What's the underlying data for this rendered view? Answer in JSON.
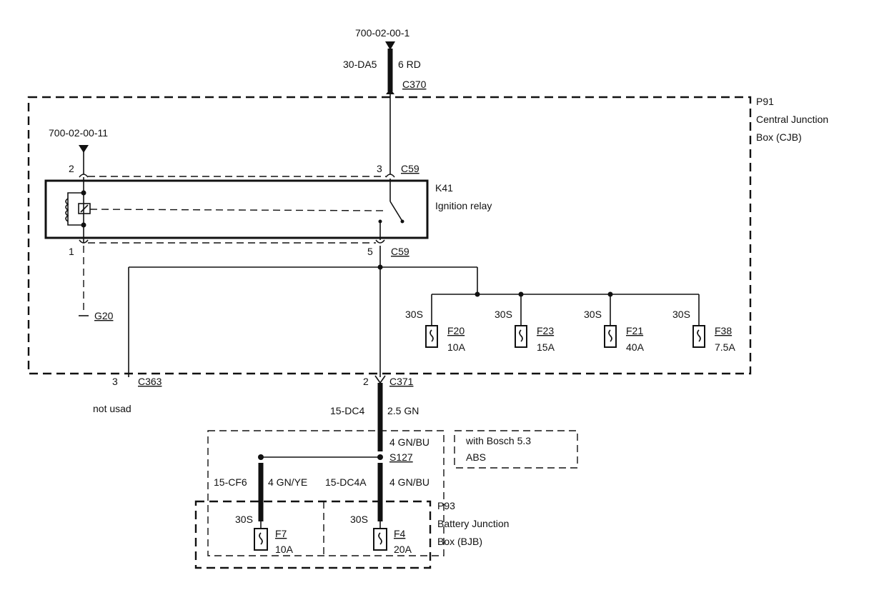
{
  "top_ref": "700-02-00-1",
  "cjb": {
    "id": "P91",
    "name_line1": "Central Junction",
    "name_line2": "Box (CJB)"
  },
  "feed_wire": {
    "circuit": "30-DA5",
    "spec": "6 RD"
  },
  "c370": "C370",
  "relay": {
    "ref": "700-02-00-11",
    "id": "K41",
    "name": "Ignition relay",
    "pin2": "2",
    "pin3": "3",
    "pin1": "1",
    "pin5": "5",
    "conn_top": "C59",
    "conn_bottom": "C59"
  },
  "ground": "G20",
  "fuses_cjb": [
    {
      "term": "30S",
      "id": "F20",
      "rating": "10A"
    },
    {
      "term": "30S",
      "id": "F23",
      "rating": "15A"
    },
    {
      "term": "30S",
      "id": "F21",
      "rating": "40A"
    },
    {
      "term": "30S",
      "id": "F38",
      "rating": "7.5A"
    }
  ],
  "c363": {
    "pin": "3",
    "id": "C363",
    "note": "not usad"
  },
  "c371": {
    "pin": "2",
    "id": "C371"
  },
  "out_wire": {
    "circuit": "15-DC4",
    "spec": "2.5 GN"
  },
  "splice": {
    "wire_top": "4 GN/BU",
    "id": "S127",
    "option": "with Bosch 5.3",
    "option2": "ABS"
  },
  "branch_left": {
    "circuit": "15-CF6",
    "spec": "4 GN/YE"
  },
  "branch_right": {
    "circuit": "15-DC4A",
    "spec": "4 GN/BU"
  },
  "bjb": {
    "id": "P93",
    "name_line1": "Battery Junction",
    "name_line2": "Box (BJB)"
  },
  "fuses_bjb": [
    {
      "term": "30S",
      "id": "F7",
      "rating": "10A"
    },
    {
      "term": "30S",
      "id": "F4",
      "rating": "20A"
    }
  ]
}
